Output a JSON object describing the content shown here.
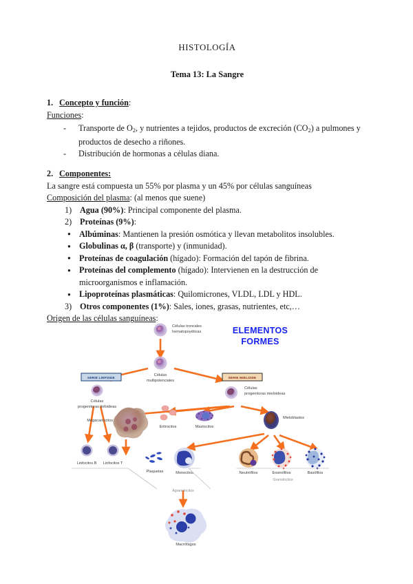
{
  "document": {
    "title": "HISTOLOGÍA",
    "subtitle": "Tema 13: La Sangre"
  },
  "sections": [
    {
      "number": "1.",
      "heading": "Concepto y función",
      "heading_tail": ":",
      "lead": "Funciones",
      "lead_tail": ":",
      "items": [
        "Transporte de O2, y nutrientes a tejidos, productos de excreción (CO2) a pulmones y productos de desecho a riñones.",
        "Distribución de hormonas a células diana."
      ]
    },
    {
      "number": "2.",
      "heading": "Componentes",
      "heading_tail": ":",
      "intro": "La sangre está compuesta un 55% por plasma y un 45% por células sanguíneas",
      "composition_lead": "Composición del plasma",
      "composition_tail": ": (al menos que suene)",
      "numbered": [
        {
          "marker": "1)",
          "bold": "Agua (90%)",
          "rest": ": Principal componente del plasma."
        },
        {
          "marker": "2)",
          "bold": "Proteínas (9%)",
          "rest": ":"
        }
      ],
      "bullets": [
        {
          "bold": "Albúminas",
          "rest": ": Mantienen la presión osmótica y llevan metabolitos insolubles."
        },
        {
          "bold": "Globulinas α, β",
          "rest": " (transporte) y  (inmunidad)."
        },
        {
          "bold": "Proteínas de coagulación",
          "rest": " (hígado): Formación del tapón de fibrina."
        },
        {
          "bold": "Proteínas del complemento",
          "rest": " (hígado): Intervienen en la destrucción de microorganismos e inflamación."
        },
        {
          "bold": "Lipoproteínas plasmáticas",
          "rest": ": Quilomicrones, VLDL, LDL y HDL."
        }
      ],
      "numbered_tail": [
        {
          "marker": "3)",
          "bold": "Otros componentes (1%)",
          "rest": ": Sales, iones, grasas, nutrientes, etc,…"
        }
      ],
      "figure_lead": "Origen de las células sanguíneas",
      "figure_tail": ":"
    }
  ],
  "figure": {
    "title_line1": "ELEMENTOS",
    "title_line2": "FORMES",
    "title_color": "#1822f0",
    "arrow_color": "#f4701f",
    "badges": [
      {
        "id": "lymphoid",
        "label": "SERIE LINFOIDE",
        "bg": "#c9d6e8",
        "border": "#16407c",
        "text": "#16407c"
      },
      {
        "id": "myeloid",
        "label": "SERIE MIELOIDE",
        "bg": "#f2d9b4",
        "border": "#1a1a1a",
        "text": "#8a2a14"
      }
    ],
    "nodes": [
      {
        "id": "stem",
        "label_line1": "Células troncales",
        "label_line2": "hematopoyéticas"
      },
      {
        "id": "multipotent",
        "label_line1": "Células",
        "label_line2": "multipotenciales"
      },
      {
        "id": "lymphoid-progenitor",
        "label_line1": "Células",
        "label_line2": "progenitoras linfoideas"
      },
      {
        "id": "myeloid-progenitor",
        "label_line1": "Células",
        "label_line2": "progenitoras mieloideas"
      },
      {
        "id": "megakaryocyte",
        "label_line1": "Megacariocitos",
        "label_line2": ""
      },
      {
        "id": "erythrocyte",
        "label_line1": "Eritrocitos",
        "label_line2": ""
      },
      {
        "id": "mast-cell",
        "label_line1": "Mastocitos",
        "label_line2": ""
      },
      {
        "id": "myeloblast",
        "label_line1": "Mieloblastos",
        "label_line2": ""
      },
      {
        "id": "lymphocyte-b",
        "label_line1": "Linfocitos B",
        "label_line2": ""
      },
      {
        "id": "lymphocyte-t",
        "label_line1": "Linfocitos T",
        "label_line2": ""
      },
      {
        "id": "platelet",
        "label_line1": "Plaquetas",
        "label_line2": ""
      },
      {
        "id": "monocyte",
        "label_line1": "Monocitos",
        "label_line2": ""
      },
      {
        "id": "neutrophil",
        "label_line1": "Neutrófilos",
        "label_line2": ""
      },
      {
        "id": "eosinophil",
        "label_line1": "Eosinófilos",
        "label_line2": ""
      },
      {
        "id": "basophil",
        "label_line1": "Basófilos",
        "label_line2": ""
      },
      {
        "id": "macrophage",
        "label_line1": "Macrófagos",
        "label_line2": ""
      }
    ],
    "groups": [
      {
        "id": "agranulocytes",
        "label": "Agranulocitos"
      },
      {
        "id": "granulocytes",
        "label": "Granulocitos"
      }
    ]
  }
}
